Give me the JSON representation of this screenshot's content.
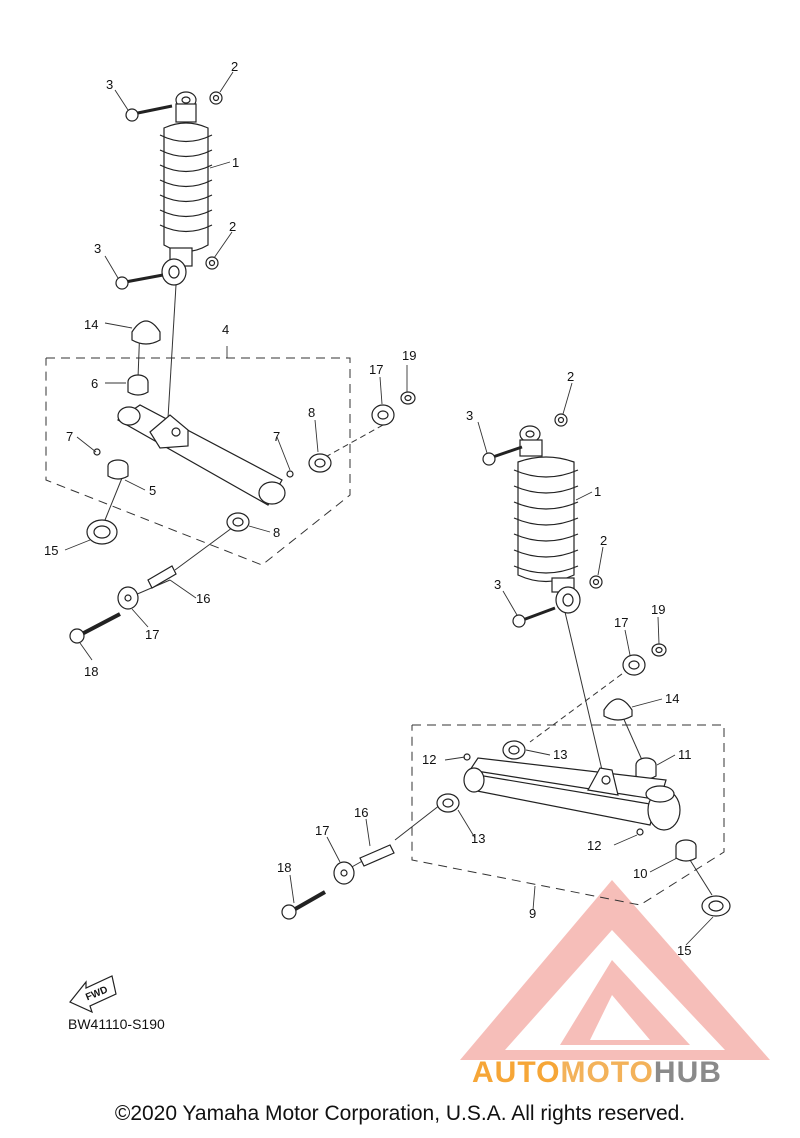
{
  "diagram": {
    "diagram_code": "BW41110-S190",
    "fwd_label": "FWD",
    "copyright": "©2020 Yamaha Motor Corporation, U.S.A. All rights reserved.",
    "watermark": {
      "part1": "AUTO",
      "part2": "MOTO",
      "part3": "HUB",
      "colors": [
        "#f6a637",
        "#8a8a8a",
        "#f08a80"
      ]
    },
    "callouts": [
      "2",
      "3",
      "1",
      "3",
      "2",
      "14",
      "4",
      "6",
      "7",
      "7",
      "5",
      "15",
      "19",
      "17",
      "8",
      "8",
      "16",
      "17",
      "18",
      "2",
      "3",
      "1",
      "2",
      "3",
      "19",
      "17",
      "14",
      "12",
      "13",
      "11",
      "13",
      "12",
      "16",
      "17",
      "18",
      "10",
      "9",
      "15"
    ]
  }
}
